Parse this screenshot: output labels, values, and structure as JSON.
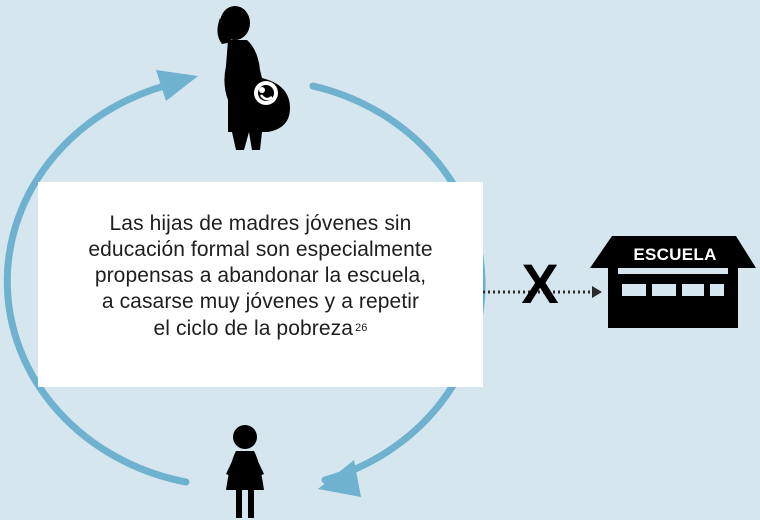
{
  "message": {
    "line1": "Las hijas de madres jóvenes sin",
    "line2": "educación formal son especialmente",
    "line3": "propensas a abandonar la escuela,",
    "line4": "a casarse muy jóvenes y a repetir",
    "line5": "el ciclo de la pobreza",
    "footnote": "26"
  },
  "school": {
    "label": "ESCUELA",
    "icon": "school-building-icon"
  },
  "blocked_mark": "X",
  "icons": {
    "top": "pregnant-woman-icon",
    "bottom": "girl-icon",
    "cycle": "cycle-arrows"
  },
  "colors": {
    "background": "#d6e6ef",
    "cycle_arrow": "#6eb2d0",
    "figures": "#000000",
    "box": "#ffffff"
  }
}
